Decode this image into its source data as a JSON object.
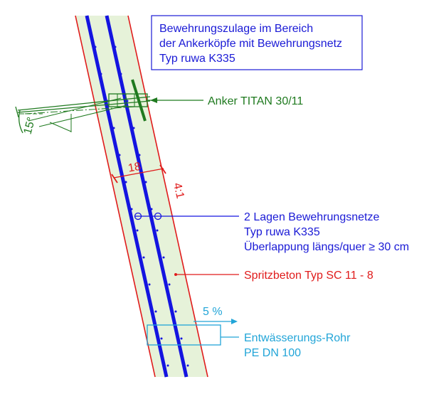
{
  "title_box": {
    "lines": [
      "Bewehrungszulage im Bereich",
      "der Ankerköpfe mit Bewehrungsnetz",
      "Typ ruwa K335"
    ]
  },
  "anchor": {
    "label": "Anker TITAN 30/11",
    "angle_label": "15°"
  },
  "wall": {
    "thickness_label": "18",
    "slope_label": "4:1"
  },
  "mesh": {
    "lines": [
      "2 Lagen Bewehrungsnetze",
      "Typ ruwa K335",
      "Überlappung längs/quer ≥ 30 cm"
    ]
  },
  "shotcrete": {
    "label": "Spritzbeton Typ SC 11 - 8"
  },
  "drain": {
    "slope_label": "5 %",
    "lines": [
      "Entwässerungs-Rohr",
      "PE DN 100"
    ]
  },
  "colors": {
    "concrete_fill": "#e6f2d9",
    "concrete_edge": "#e01b1b",
    "mesh": "#1414e0",
    "anchor": "#1f7a1f",
    "drain": "#22a5d8",
    "title": "#1a1ad6"
  }
}
